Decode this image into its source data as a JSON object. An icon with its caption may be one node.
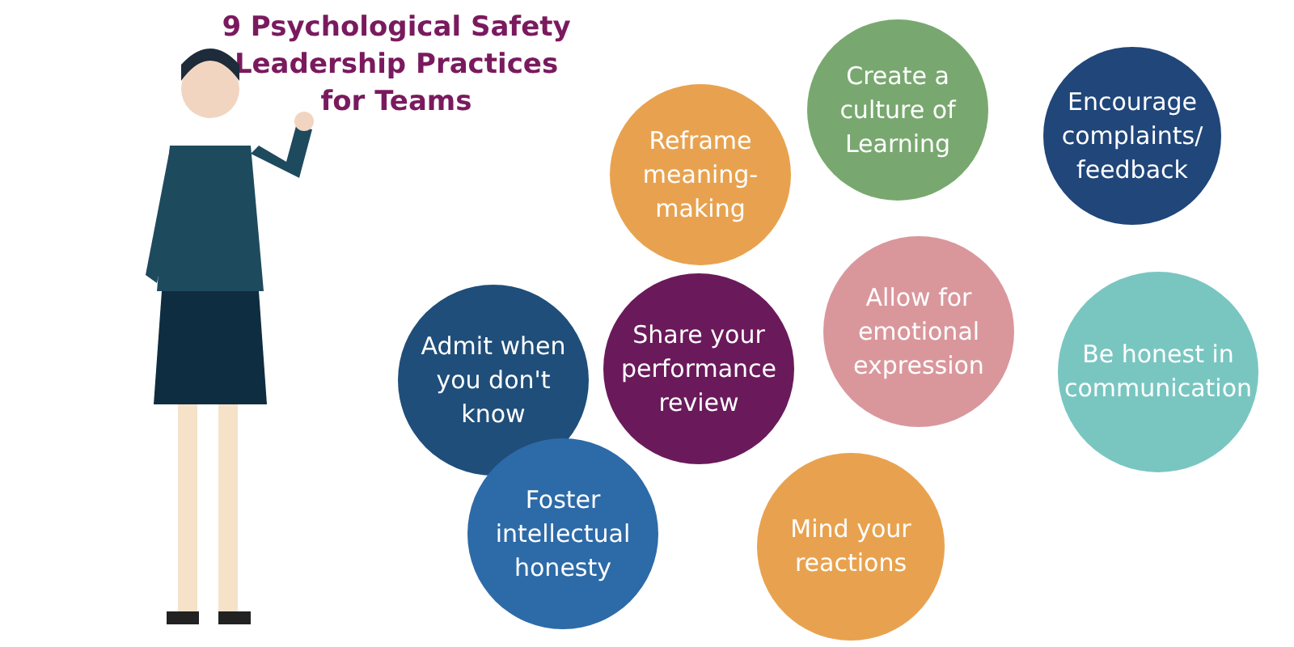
{
  "diagram": {
    "title": "9 Psychological Safety Leadership Practices for Teams",
    "nodes": [
      {
        "text": [
          "Reframe meaning-making"
        ]
      },
      {
        "text": [
          "Create a culture of Learning"
        ]
      },
      {
        "text": [
          "Encourage complaints/ feedback"
        ]
      },
      {
        "text": [
          "Admit when you don't know"
        ]
      },
      {
        "text": [
          "Share your performance review"
        ]
      },
      {
        "text": [
          "Allow for emotional expression"
        ]
      },
      {
        "text": [
          "Be honest in communication"
        ]
      },
      {
        "text": [
          "Foster intellectual honesty"
        ]
      },
      {
        "text": [
          "Mind your reactions"
        ]
      }
    ],
    "edges": []
  }
}
